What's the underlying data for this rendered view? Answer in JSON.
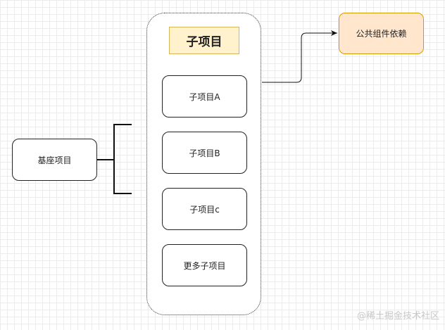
{
  "diagram": {
    "base_project": "基座项目",
    "group_title": "子项目",
    "children": [
      "子项目A",
      "子项目B",
      "子项目c",
      "更多子项目"
    ],
    "common_dependency": "公共组件依赖"
  },
  "watermark": "@稀土掘金技术社区",
  "colors": {
    "title_fill": "#fff2cc",
    "title_border": "#d6b656",
    "common_fill": "#ffe6cc",
    "common_border": "#d79b00",
    "stroke": "#222222"
  }
}
